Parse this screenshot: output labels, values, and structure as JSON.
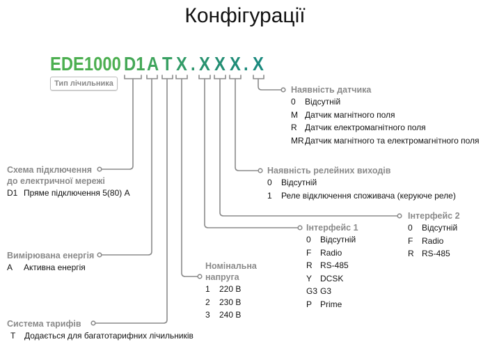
{
  "title": "Конфігурації",
  "code": {
    "model": "EDE1000",
    "parts": [
      "D1",
      "A",
      "T",
      "X",
      ".",
      "X",
      "X",
      "X",
      ".",
      "X"
    ],
    "type_label": "Тип лічильника",
    "colors": {
      "start": "#4caf50",
      "end": "#1a8a7e"
    }
  },
  "groups": {
    "sensor": {
      "title": "Наявність датчика",
      "items": [
        {
          "k": "0",
          "v": "Відсутній"
        },
        {
          "k": "M",
          "v": "Датчик магнітного поля"
        },
        {
          "k": "R",
          "v": "Датчик електромагнітного поля"
        },
        {
          "k": "MR",
          "v": "Датчик магнітного та електромагнітного поля"
        }
      ]
    },
    "connection": {
      "title": "Схема підключення",
      "title2": "до електричної мережі",
      "items": [
        {
          "k": "D1",
          "v": "Пряме підключення 5(80) А"
        }
      ]
    },
    "relay": {
      "title": "Наявність релейних виходів",
      "items": [
        {
          "k": "0",
          "v": "Відсутній"
        },
        {
          "k": "1",
          "v": "Реле відключення споживача (керуюче реле)"
        }
      ]
    },
    "iface2": {
      "title": "Інтерфейс 2",
      "items": [
        {
          "k": "0",
          "v": "Відсутній"
        },
        {
          "k": "F",
          "v": "Radio"
        },
        {
          "k": "R",
          "v": "RS-485"
        }
      ]
    },
    "iface1": {
      "title": "Інтерфейс 1",
      "items": [
        {
          "k": "0",
          "v": "Відсутній"
        },
        {
          "k": "F",
          "v": "Radio"
        },
        {
          "k": "R",
          "v": "RS-485"
        },
        {
          "k": "Y",
          "v": "DCSK"
        },
        {
          "k": "G3",
          "v": "G3"
        },
        {
          "k": "P",
          "v": "Prime"
        }
      ]
    },
    "energy": {
      "title": "Вимірювана енергія",
      "items": [
        {
          "k": "A",
          "v": "Активна енергія"
        }
      ]
    },
    "voltage": {
      "title": "Номінальна",
      "title2": "напруга",
      "items": [
        {
          "k": "1",
          "v": "220 В"
        },
        {
          "k": "2",
          "v": "230 В"
        },
        {
          "k": "3",
          "v": "240 В"
        }
      ]
    },
    "tariff": {
      "title": "Система тарифів",
      "items": [
        {
          "k": "T",
          "v": "Додається для багатотарифних лічильників"
        }
      ]
    }
  }
}
